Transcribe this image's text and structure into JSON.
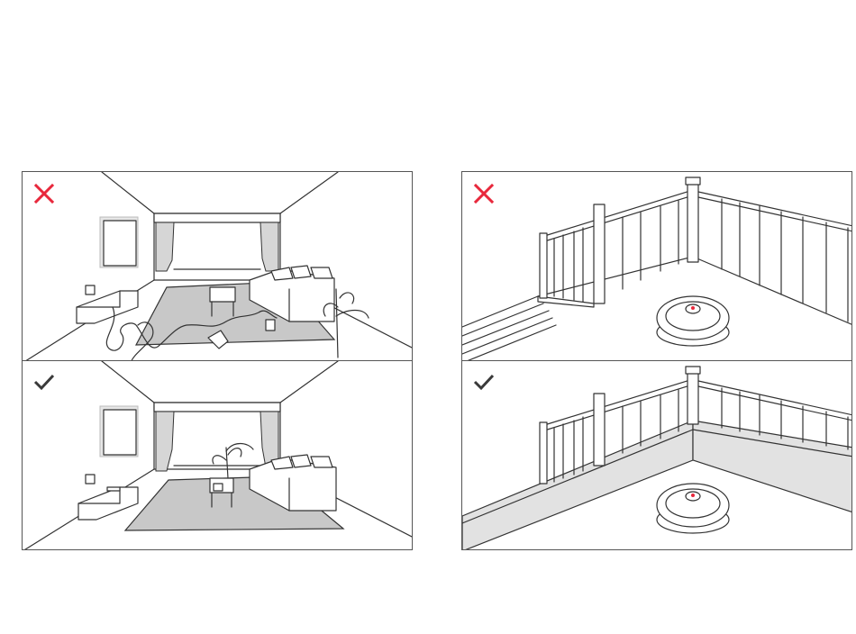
{
  "panels": [
    {
      "id": "living-room-cluttered",
      "status": "incorrect",
      "icon": "cross-icon"
    },
    {
      "id": "stairs-unguarded",
      "status": "incorrect",
      "icon": "cross-icon"
    },
    {
      "id": "living-room-tidy",
      "status": "correct",
      "icon": "check-icon"
    },
    {
      "id": "stairs-blocked",
      "status": "correct",
      "icon": "check-icon"
    }
  ],
  "colors": {
    "cross": "#e8283c",
    "check": "#3a3a3a",
    "line": "#333333",
    "rug": "#c8c8c8",
    "barrier": "#e2e2e2"
  }
}
